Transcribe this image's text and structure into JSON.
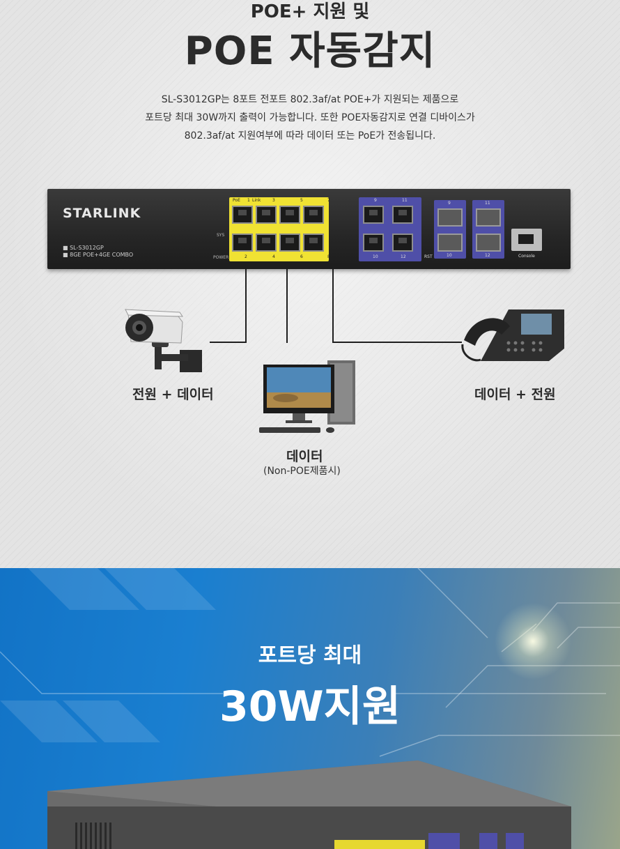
{
  "header": {
    "subtitle": "POE+ 지원 및",
    "title": "POE 자동감지"
  },
  "description": {
    "line1": "SL-S3012GP는 8포트 전포트 802.3af/at POE+가 지원되는 제품으로",
    "line2": "포트당 최대 30W까지 출력이 가능합니다.  또한 POE자동감지로 연결 디바이스가",
    "line3": "802.3af/at 지원여부에 따라 데이터 또는 PoE가 전송됩니다."
  },
  "switch": {
    "brand": "STARLINK",
    "model_line1": "■ SL-S3012GP",
    "model_line2": "■ 8GE POE+4GE COMBO",
    "sys_label": "SYS",
    "power_label": "POWER",
    "poe_top_labels": [
      "PoE",
      "1",
      "Link",
      "3",
      "5",
      "7"
    ],
    "poe_bottom_labels": [
      "2",
      "4",
      "6",
      "8"
    ],
    "combo_top_labels": [
      "9",
      "11"
    ],
    "combo_bottom_labels": [
      "10",
      "12"
    ],
    "sfp_top_labels": [
      "9",
      "11"
    ],
    "sfp_bottom_labels": [
      "10",
      "12"
    ],
    "rst_label": "RST",
    "console_label": "Console"
  },
  "devices": {
    "camera_label": "전원 + 데이터",
    "pc_label": "데이터",
    "pc_sublabel": "(Non-POE제품시)",
    "phone_label": "데이터 + 전원"
  },
  "bottom": {
    "subtitle": "포트당 최대",
    "title": "30W지원"
  }
}
